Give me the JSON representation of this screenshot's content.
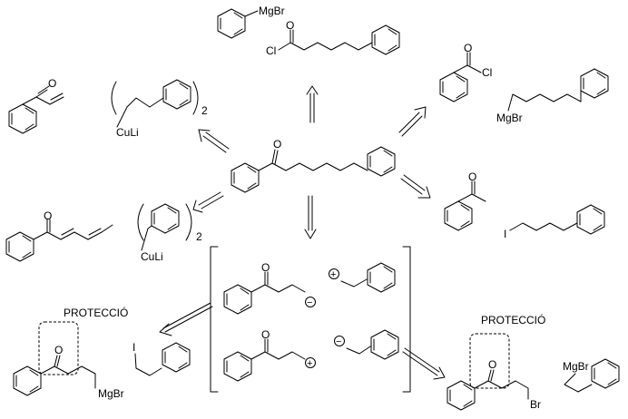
{
  "labels": {
    "mgbr_top": "MgBr",
    "cl_top": "Cl",
    "cl_right": "Cl",
    "mgbr_right": "MgBr",
    "culi_1": "CuLi",
    "culi_2": "CuLi",
    "sub_2a": "2",
    "sub_2b": "2",
    "o_top": "O",
    "o_right1": "O",
    "o_right2": "O",
    "o_center": "O",
    "o_left1": "O",
    "o_left2": "O",
    "o_br1": "O",
    "o_br2": "O",
    "o_prot_left": "O",
    "o_prot_right": "O",
    "iodo": "I",
    "iodo_left": "I",
    "br_right": "Br",
    "mgbr_prot_left": "MgBr",
    "mgbr_prot_right": "MgBr",
    "protect_left": "PROTECCIÓ",
    "protect_right": "PROTECCIÓ",
    "minus": "−",
    "plus": "+"
  }
}
